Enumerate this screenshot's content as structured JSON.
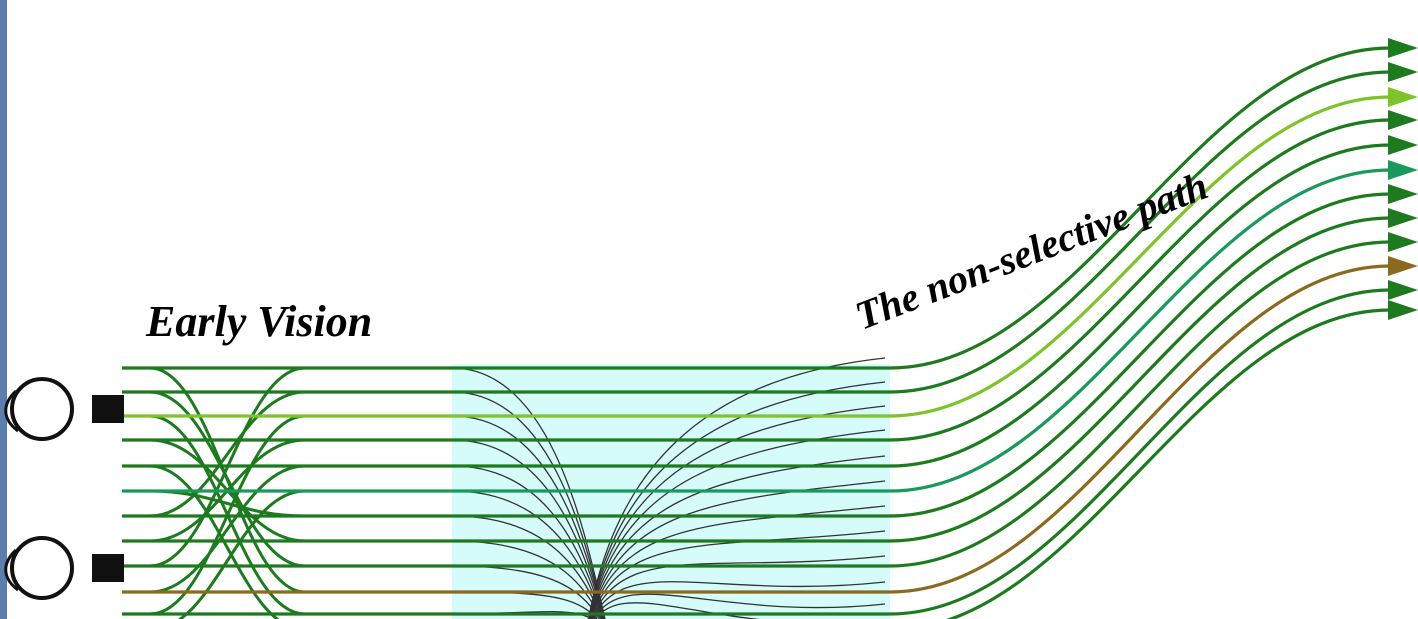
{
  "labels": {
    "early_vision": "Early Vision",
    "non_selective_path": "The non-selective path"
  },
  "colors": {
    "background": "#ffffff",
    "left_border": "#5b7fa8",
    "panel": "#d6fbfb",
    "dark_green": "#1e7a1e",
    "lime": "#7cc42a",
    "teal": "#1a9a5a",
    "brown": "#8a6a1e",
    "thin_line": "#333333",
    "eye": "#111111"
  },
  "icons": [
    "eye-icon",
    "eye-icon"
  ],
  "fibers": [
    "dark_green",
    "dark_green",
    "lime",
    "dark_green",
    "dark_green",
    "teal",
    "dark_green",
    "dark_green",
    "dark_green",
    "brown",
    "dark_green",
    "dark_green"
  ],
  "arrowheads": [
    "dark_green",
    "dark_green",
    "lime",
    "dark_green",
    "dark_green",
    "teal",
    "dark_green",
    "dark_green",
    "dark_green",
    "brown",
    "dark_green",
    "dark_green"
  ]
}
